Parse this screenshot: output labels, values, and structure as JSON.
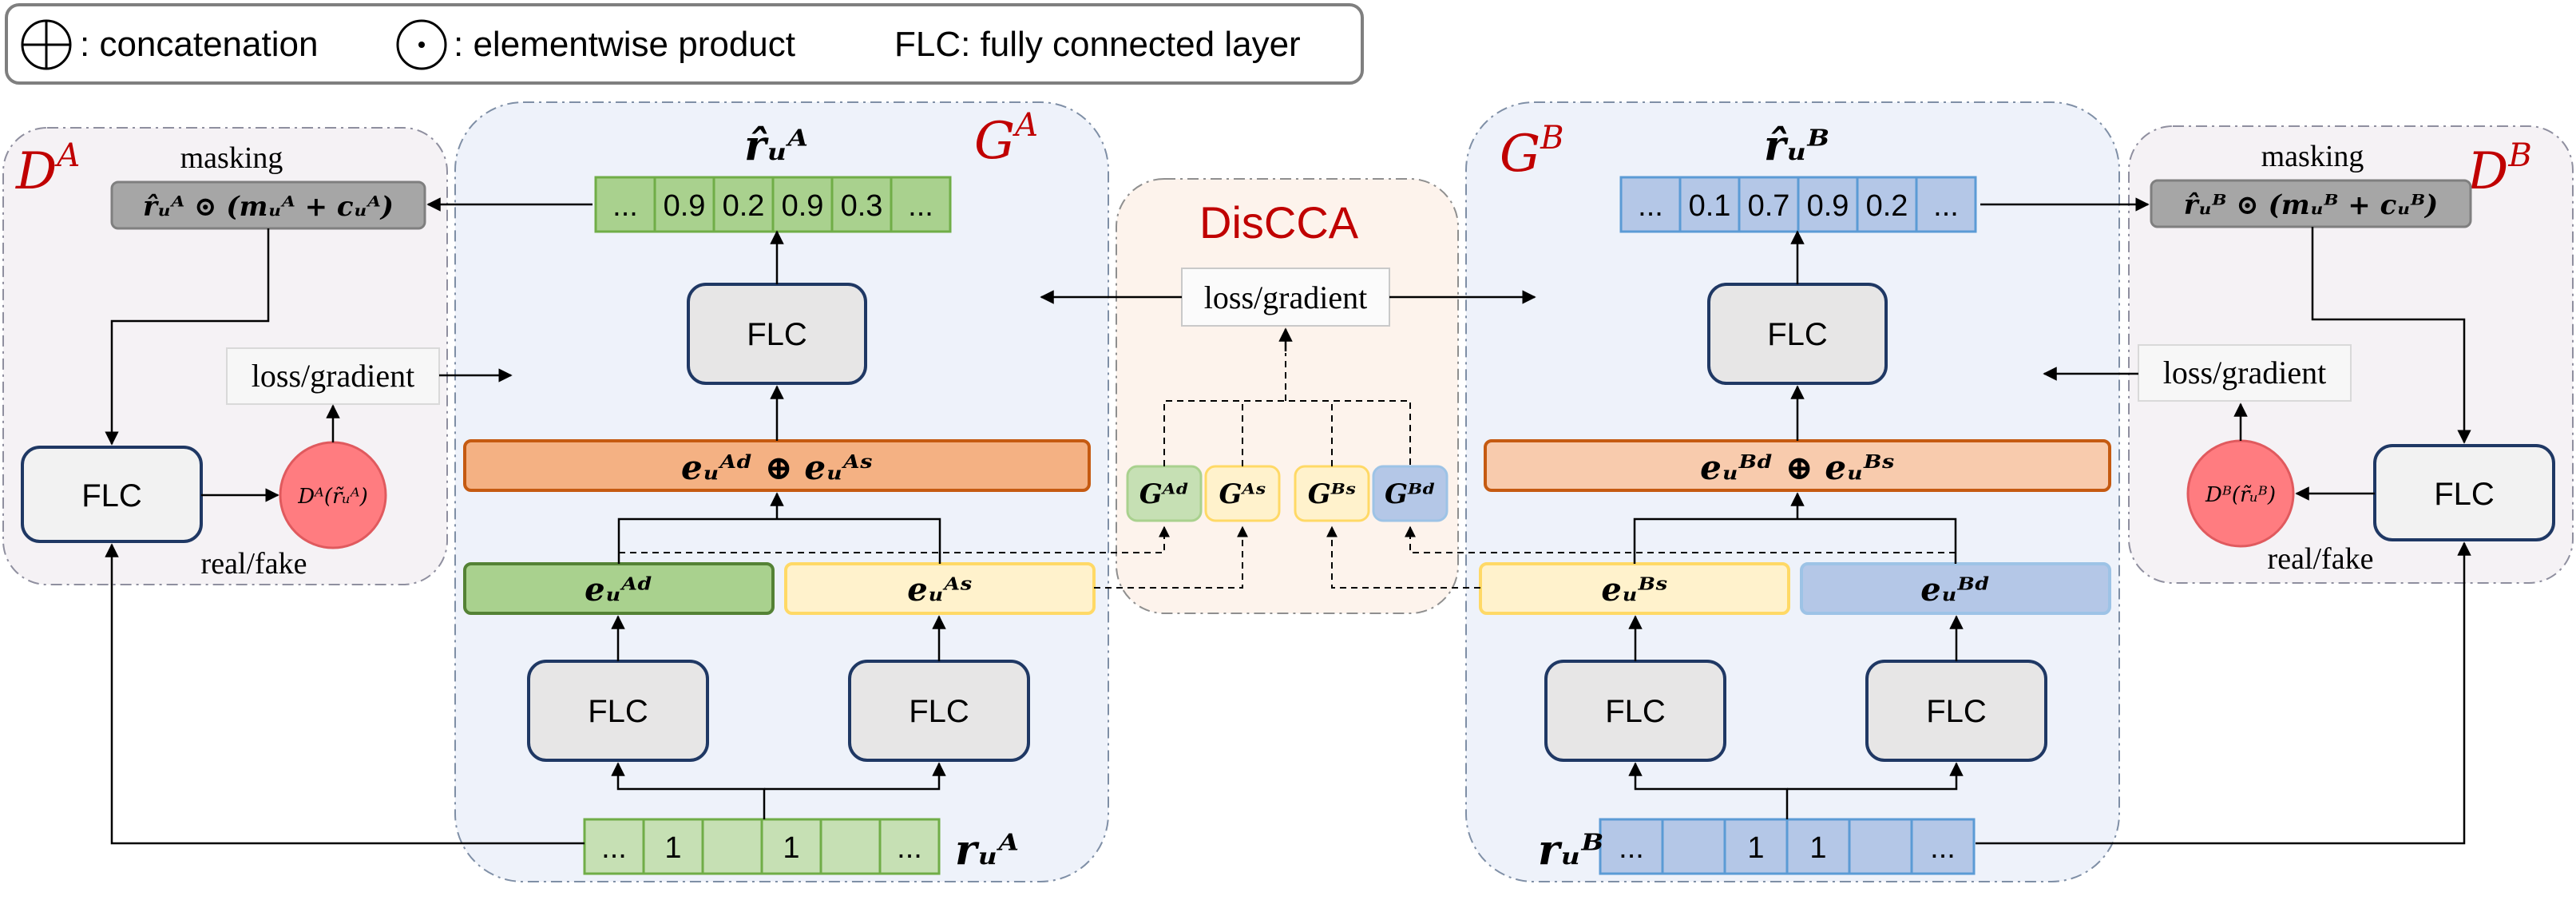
{
  "legend": {
    "concat": ": concatenation",
    "product": ": elementwise product",
    "flc": "FLC: fully connected layer"
  },
  "flc_label": "FLC",
  "loss_label": "loss/gradient",
  "masking_label": "masking",
  "realfake_label": "real/fake",
  "disc_a": {
    "title": "D",
    "sup": "A",
    "mask_expr": "r̂ᵤᴬ ⊙ (mᵤᴬ + cᵤᴬ)",
    "out_expr": "Dᴬ(r̃ᵤᴬ)"
  },
  "disc_b": {
    "title": "D",
    "sup": "B",
    "mask_expr": "r̂ᵤᴮ ⊙ (mᵤᴮ + cᵤᴮ)",
    "out_expr": "Dᴮ(r̃ᵤᴮ)"
  },
  "gen_a": {
    "title": "G",
    "sup": "A",
    "output_label": "r̂ᵤᴬ",
    "output_cells": [
      "...",
      "0.9",
      "0.2",
      "0.9",
      "0.3",
      "..."
    ],
    "concat_expr": "eᵤᴬᵈ ⊕ eᵤᴬˢ",
    "emb_d": "eᵤᴬᵈ",
    "emb_s": "eᵤᴬˢ",
    "input_label": "rᵤᴬ",
    "input_cells": [
      "...",
      "1",
      "",
      "1",
      "",
      "..."
    ]
  },
  "gen_b": {
    "title": "G",
    "sup": "B",
    "output_label": "r̂ᵤᴮ",
    "output_cells": [
      "...",
      "0.1",
      "0.7",
      "0.9",
      "0.2",
      "..."
    ],
    "concat_expr": "eᵤᴮᵈ ⊕ eᵤᴮˢ",
    "emb_s": "eᵤᴮˢ",
    "emb_d": "eᵤᴮᵈ",
    "input_label": "rᵤᴮ",
    "input_cells": [
      "...",
      "",
      "1",
      "1",
      "",
      "..."
    ]
  },
  "disccca": {
    "title": "DisCCA",
    "blocks": [
      "Gᴬᵈ",
      "Gᴬˢ",
      "Gᴮˢ",
      "Gᴮᵈ"
    ]
  },
  "colors": {
    "green": "#c6e0b4",
    "green_dark": "#a9d18e",
    "green_border": "#70ad47",
    "blue": "#b4c7e7",
    "blue_border": "#5b9bd5",
    "yellow": "#fff2cc",
    "yellow_border": "#ffd966",
    "orange": "#f4b183",
    "orange_light": "#f8cbad",
    "orange_border": "#c55a11",
    "gray": "#a6a6a6",
    "red": "#ff7c80",
    "title_red": "#c00000",
    "panel_blue": "#eef2fa",
    "panel_gray": "#f5f2f5",
    "panel_peach": "#fdf3ec"
  }
}
